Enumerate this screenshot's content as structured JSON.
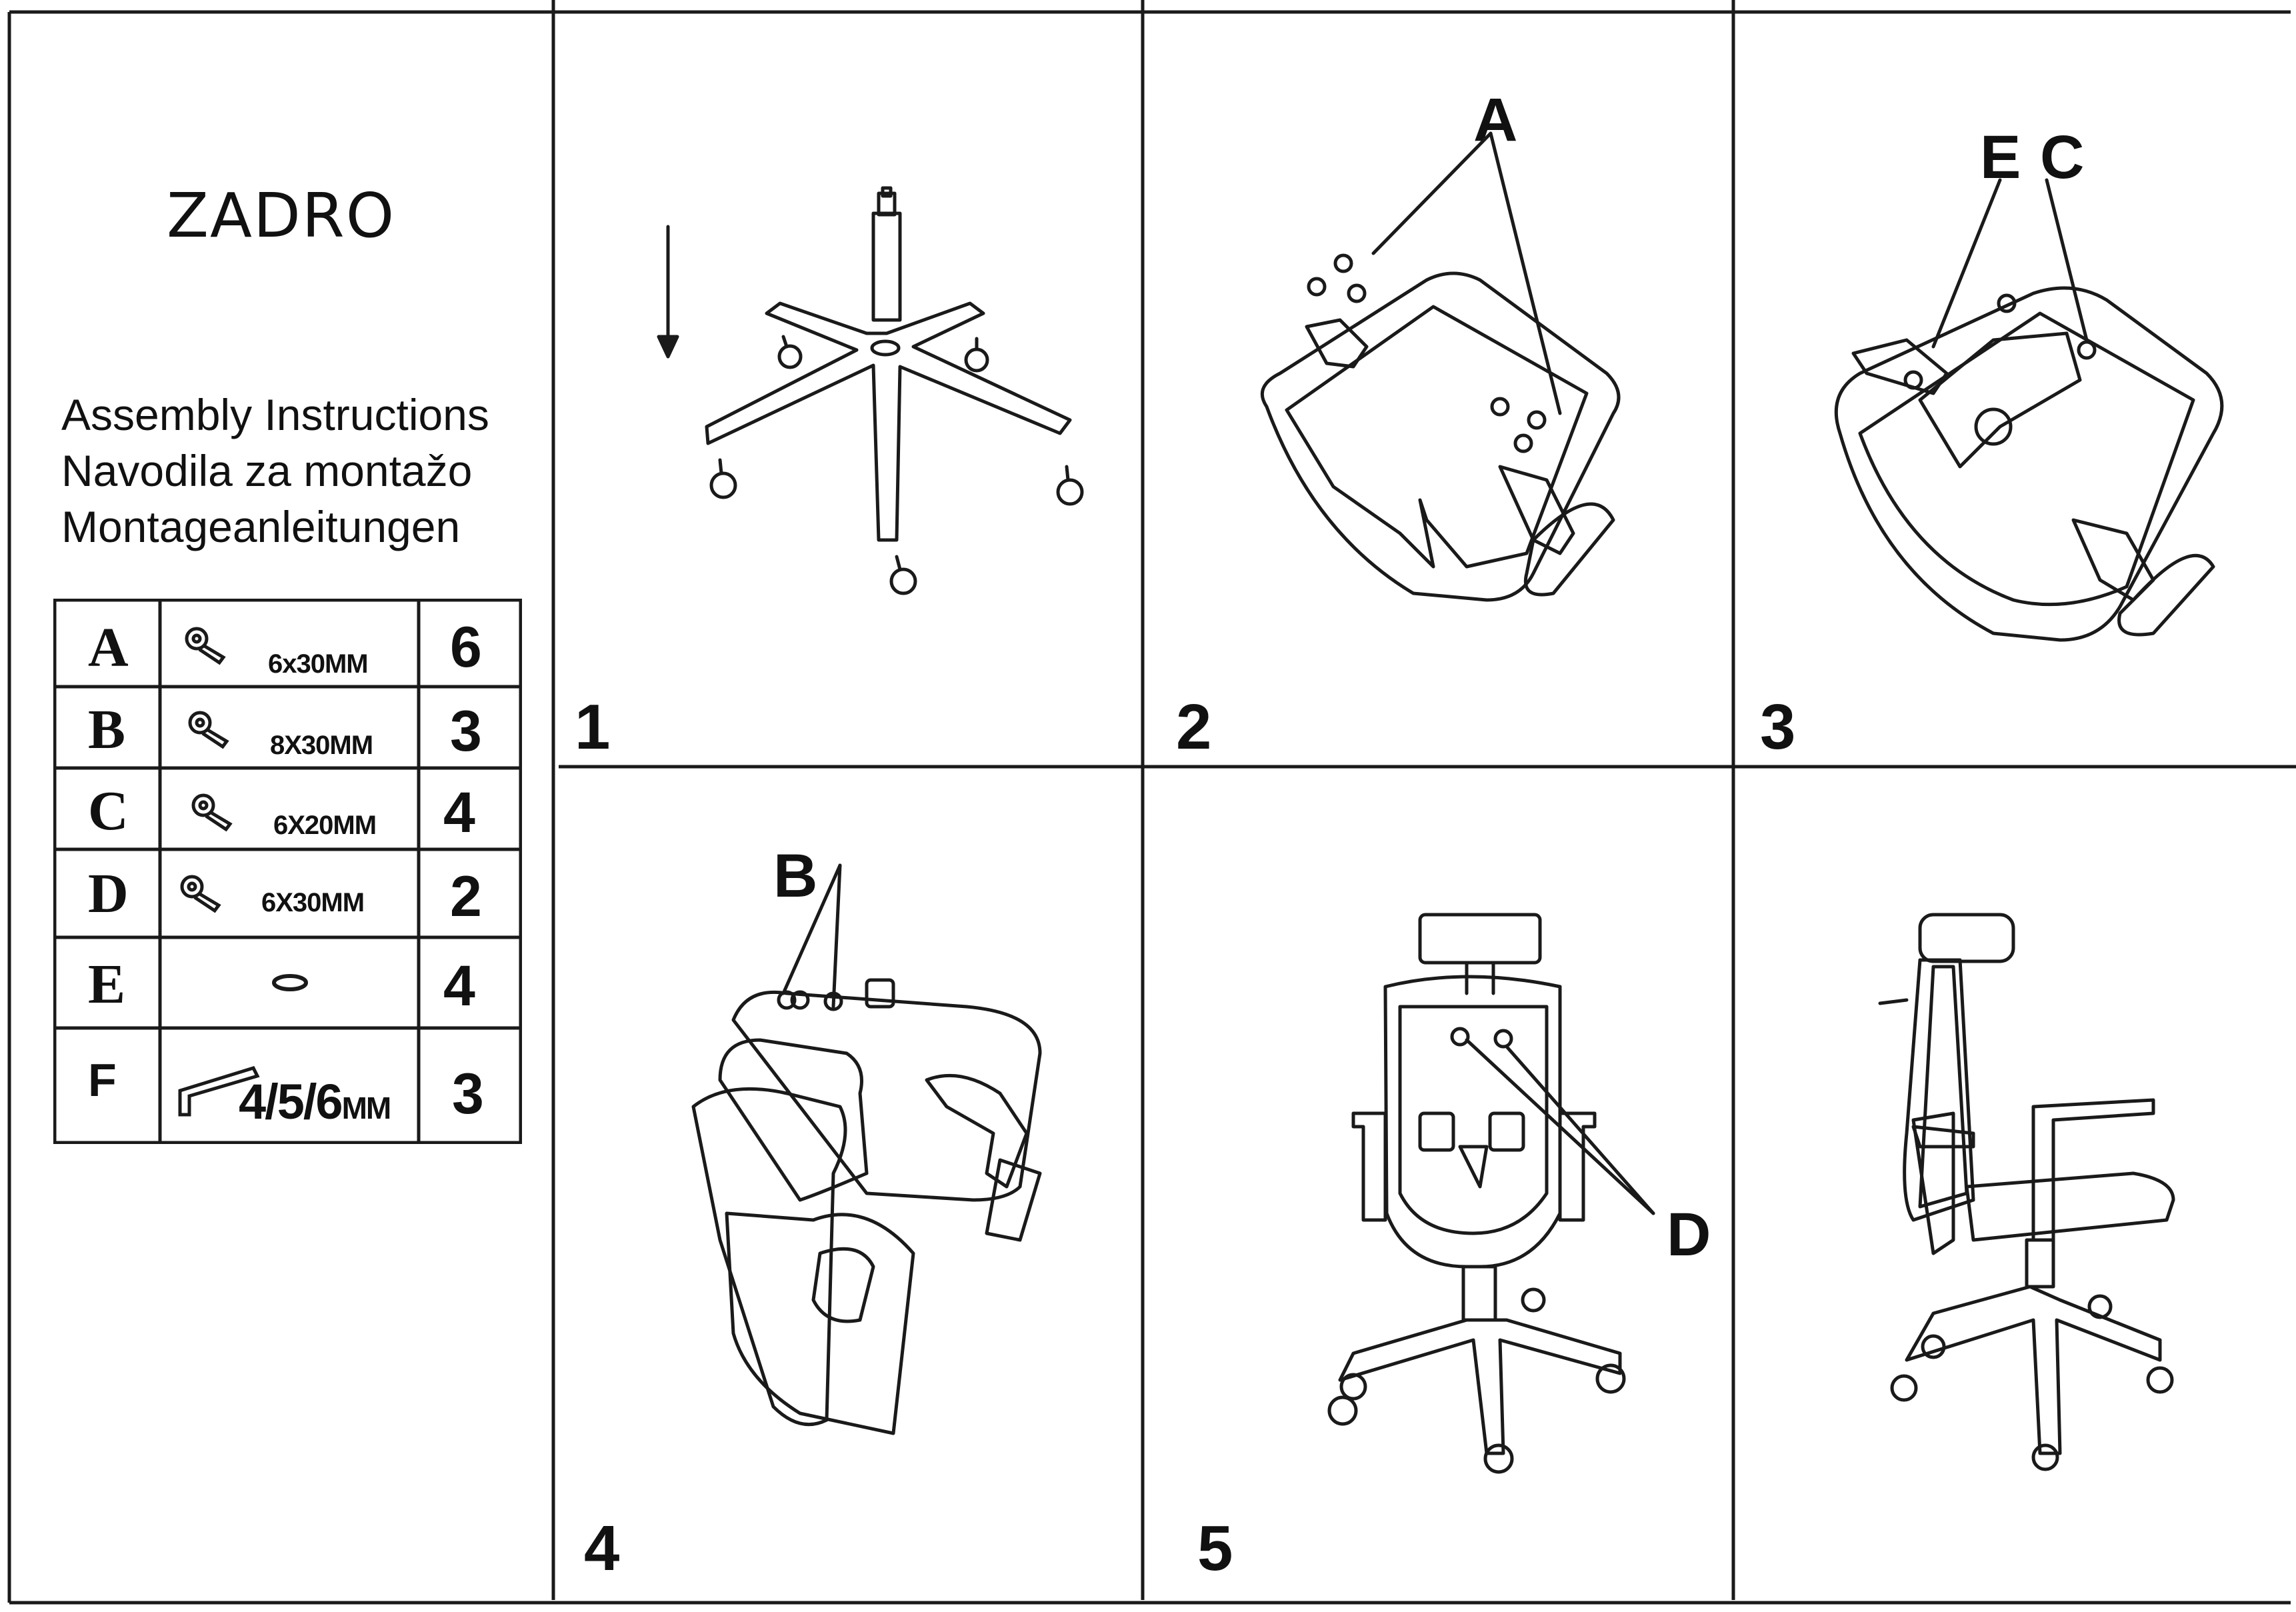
{
  "brand": "ZADRO",
  "titles": [
    "Assembly Instructions",
    "Navodila za montažo",
    "Montageanleitungen"
  ],
  "parts": [
    {
      "letter": "A",
      "size": "6x30MM",
      "qty": "6",
      "icon": "bolt-icon"
    },
    {
      "letter": "B",
      "size": "8X30MM",
      "qty": "3",
      "icon": "bolt-icon"
    },
    {
      "letter": "C",
      "size": "6X20MM",
      "qty": "4",
      "icon": "bolt-icon"
    },
    {
      "letter": "D",
      "size": "6X30MM",
      "qty": "2",
      "icon": "bolt-icon"
    },
    {
      "letter": "E",
      "size": "",
      "qty": "4",
      "icon": "washer-icon"
    },
    {
      "letter": "F",
      "size": "4/5/6",
      "size_unit": "MM",
      "qty": "3",
      "icon": "allen-key-icon"
    }
  ],
  "steps": [
    {
      "number": "1",
      "callouts": []
    },
    {
      "number": "2",
      "callouts": [
        "A"
      ]
    },
    {
      "number": "3",
      "callouts": [
        "E",
        "C"
      ]
    },
    {
      "number": "4",
      "callouts": [
        "B"
      ]
    },
    {
      "number": "5",
      "callouts": [
        "D"
      ]
    },
    {
      "number": "",
      "callouts": []
    }
  ],
  "colors": {
    "line": "#1a1a1a",
    "background": "#ffffff"
  }
}
